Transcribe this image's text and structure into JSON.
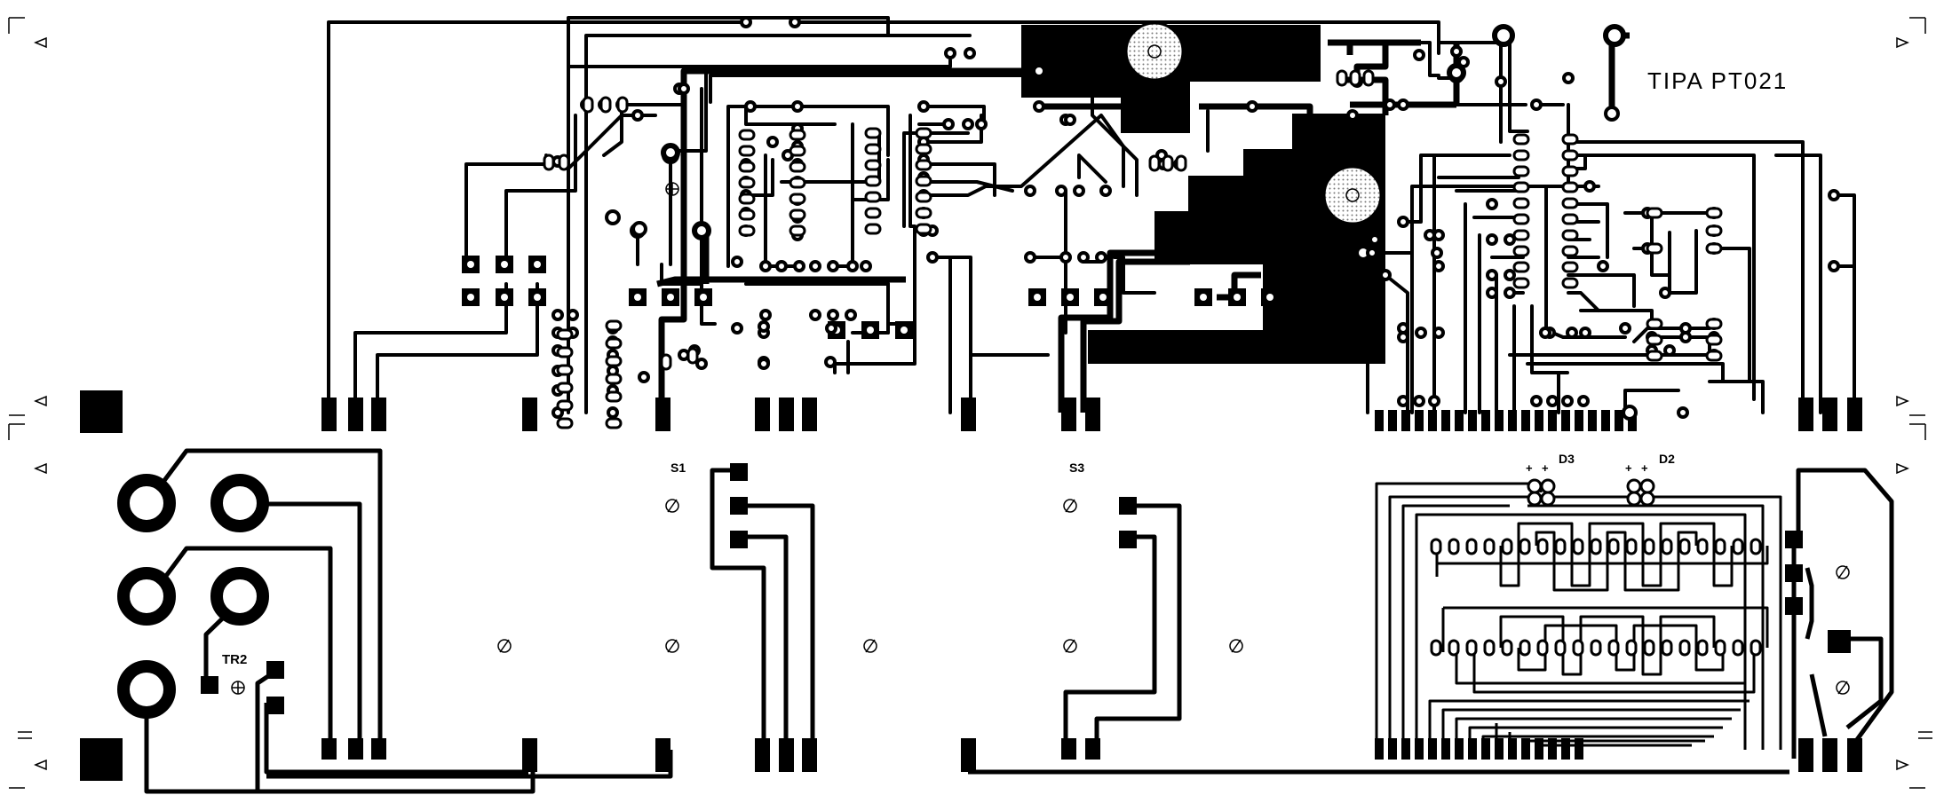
{
  "board": {
    "title": "TIPA PT021",
    "labels": {
      "tr2": "TR2",
      "s1": "S1",
      "s3": "S3",
      "d3": "D3",
      "d2": "D2",
      "plus_a": "+",
      "plus_b": "+",
      "plus_c": "+",
      "plus_d": "+"
    }
  },
  "colors": {
    "copper": "#000000",
    "background": "#ffffff",
    "hole_fill": "#d9d9d9"
  }
}
